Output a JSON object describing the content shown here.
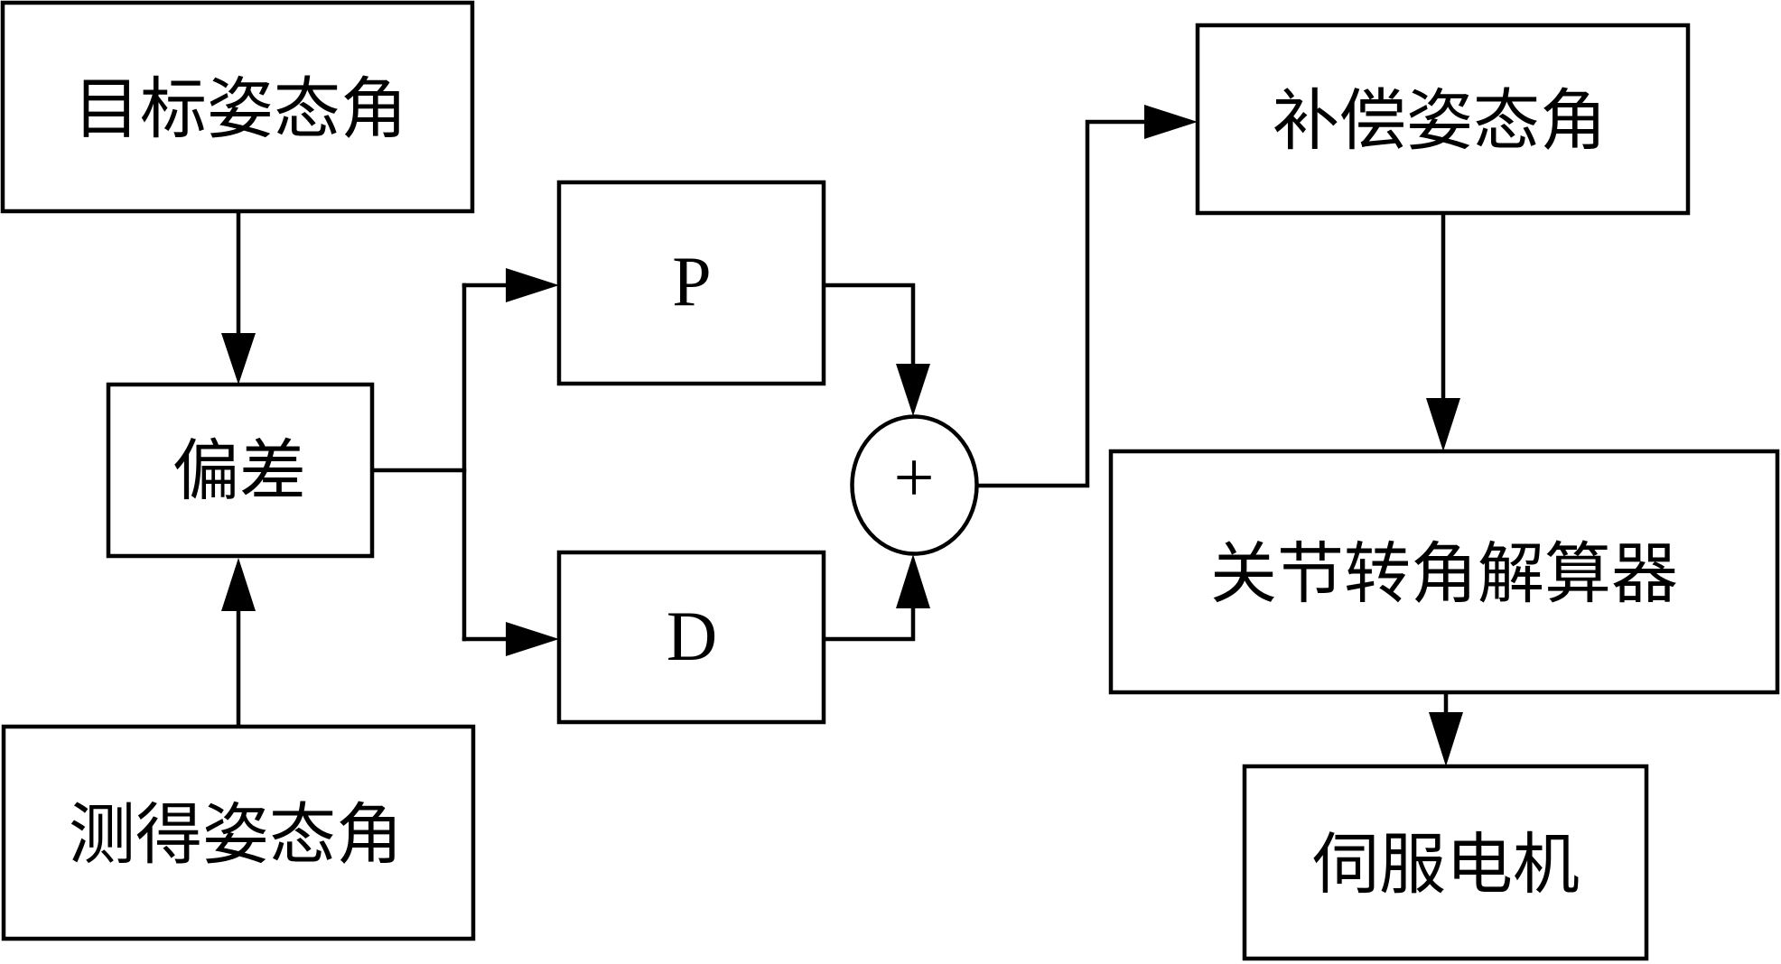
{
  "diagram": {
    "type": "PD control block diagram",
    "colors": {
      "stroke": "#000000",
      "background": "#ffffff"
    },
    "nodes": {
      "target_attitude": {
        "label": "目标姿态角"
      },
      "error": {
        "label": "偏差"
      },
      "measured_attitude": {
        "label": "测得姿态角"
      },
      "p_gain": {
        "label": "P"
      },
      "d_gain": {
        "label": "D"
      },
      "summing_junction": {
        "label": "+"
      },
      "compensation_attitude": {
        "label": "补偿姿态角"
      },
      "joint_angle_solver": {
        "label": "关节转角解算器"
      },
      "servo_motor": {
        "label": "伺服电机"
      }
    },
    "edges": [
      {
        "from": "target_attitude",
        "to": "error"
      },
      {
        "from": "measured_attitude",
        "to": "error"
      },
      {
        "from": "error",
        "to": "p_gain"
      },
      {
        "from": "error",
        "to": "d_gain"
      },
      {
        "from": "p_gain",
        "to": "summing_junction"
      },
      {
        "from": "d_gain",
        "to": "summing_junction"
      },
      {
        "from": "summing_junction",
        "to": "compensation_attitude"
      },
      {
        "from": "compensation_attitude",
        "to": "joint_angle_solver"
      },
      {
        "from": "joint_angle_solver",
        "to": "servo_motor"
      }
    ]
  }
}
